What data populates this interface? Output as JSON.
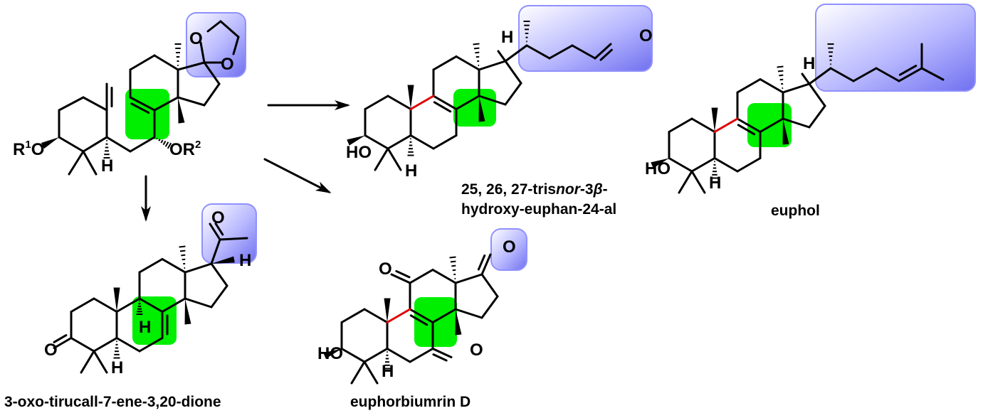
{
  "colors": {
    "bond": "#000000",
    "red_bond": "#e00000",
    "green_highlight": "#00ee00",
    "blue_highlight": "#8080ff"
  },
  "atoms": {
    "R": "R",
    "one": "1",
    "O": "O",
    "two": "2",
    "H": "H",
    "HO": "HO",
    "OR": "OR"
  },
  "names": {
    "trisnor_a": "25, 26, 27-tris",
    "trisnor_italic": "nor",
    "trisnor_b": "-3",
    "beta": "β",
    "dash": "-",
    "trisnor_line2": "hydroxy-euphan-24-al",
    "euphol": "euphol",
    "oxo": "3-oxo-tirucall-7-ene-3,20-dione",
    "euphorbiumrin": "euphorbiumrin D"
  }
}
